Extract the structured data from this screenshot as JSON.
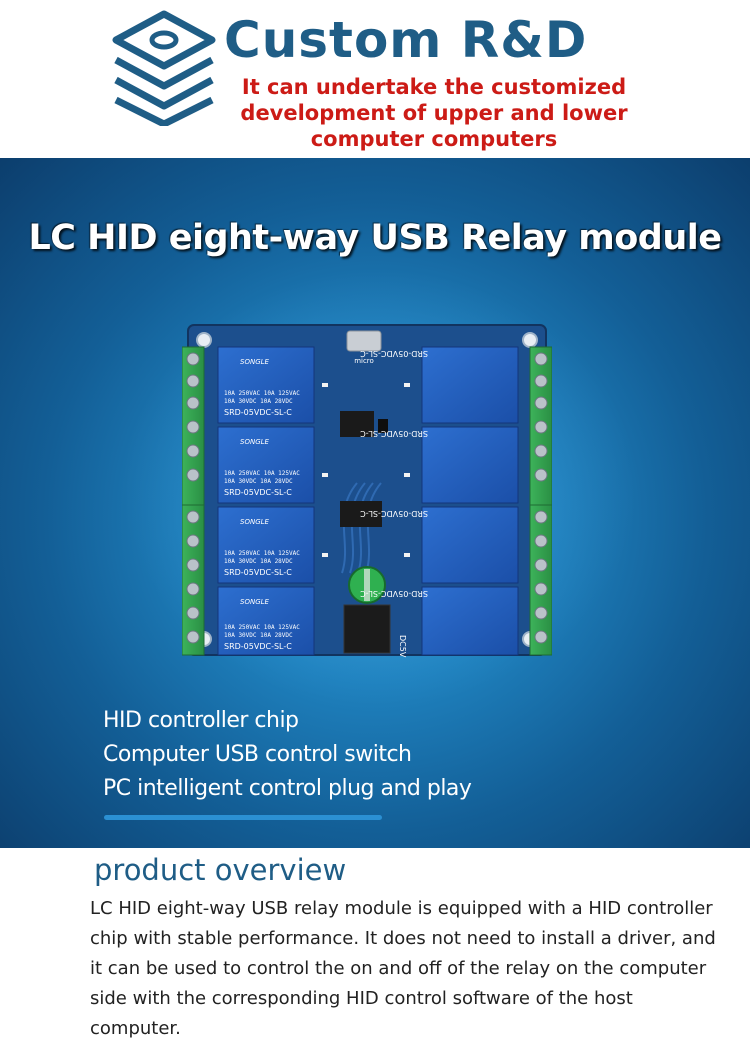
{
  "header": {
    "brand": "Custom R&D",
    "tagline": "It can undertake the customized development of upper and lower computer computers",
    "logo_icon": "layered-stack-logo-icon",
    "brand_color": "#1f5d86",
    "tagline_color": "#cc1b16"
  },
  "banner": {
    "title": "LC HID eight-way USB Relay module",
    "features": [
      "HID controller chip",
      "Computer USB control switch",
      "PC intelligent control plug and play"
    ],
    "background_color": "#1f82bf"
  },
  "board": {
    "relay_label_top": "SONGLE",
    "relay_specs": [
      "10A 250VAC  10A 125VAC",
      "10A 30VDC  10A 28VDC"
    ],
    "relay_model": "SRD-05VDC-SL-C",
    "power_label": "DC5V",
    "usb_label": "micro"
  },
  "overview": {
    "title": "product overview",
    "text": "LC HID eight-way USB relay module is equipped with a HID controller chip with stable performance. It does not need to install a driver, and it can be used to control the on and off of the relay on the computer side with the corresponding HID control software of the host computer."
  }
}
